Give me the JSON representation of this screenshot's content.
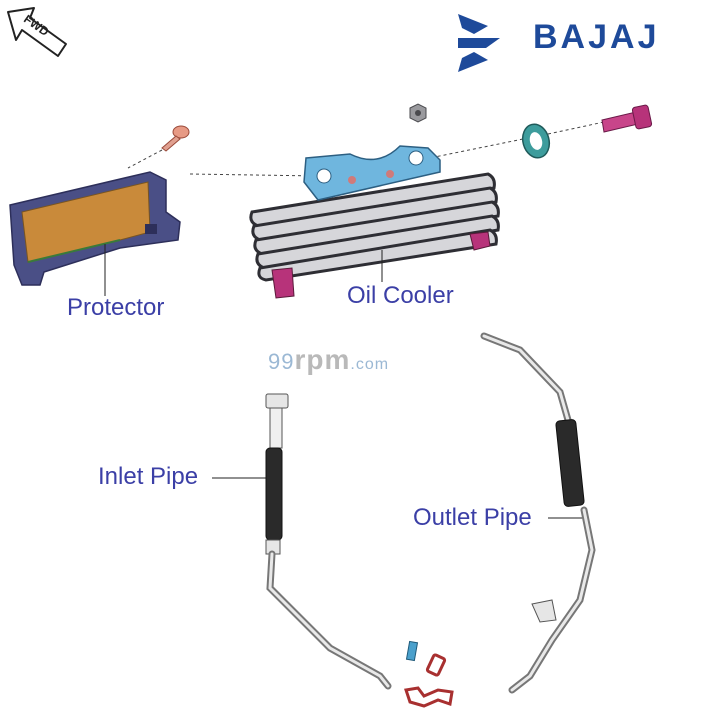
{
  "brand": {
    "name": "BAJAJ",
    "color": "#1e4a9a"
  },
  "direction": {
    "label": "FWD"
  },
  "watermark": {
    "part1": "99",
    "part2": "rpm",
    "part3": ".com"
  },
  "parts": {
    "protector": "Protector",
    "oil_cooler": "Oil Cooler",
    "inlet_pipe": "Inlet Pipe",
    "outlet_pipe": "Outlet Pipe"
  },
  "colors": {
    "label_text": "#3b3fa6",
    "protector_plate": "#c98a3a",
    "bracket": "#6fb6de",
    "bolt": "#c8458a",
    "fin": "#6f6f76"
  }
}
